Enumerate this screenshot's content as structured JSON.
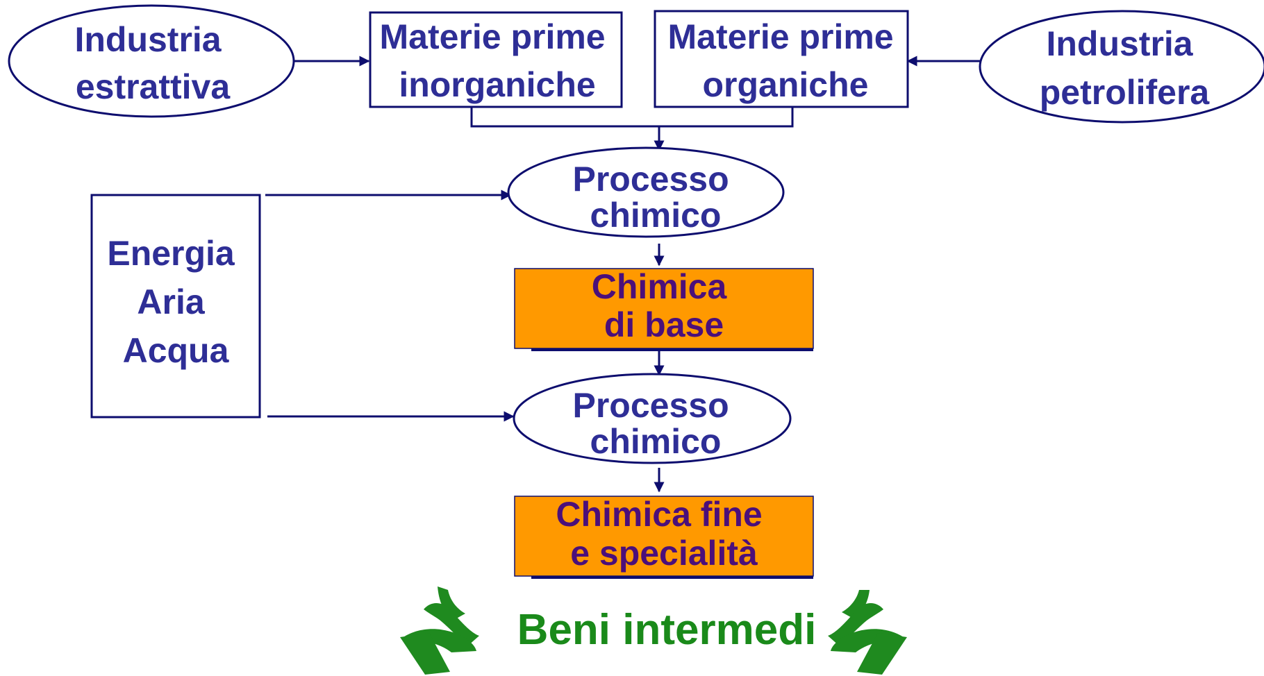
{
  "nodes": {
    "industria_estrattiva": {
      "lines": [
        "Industria",
        "estrattiva"
      ]
    },
    "materie_inorganiche": {
      "lines": [
        "Materie prime",
        "inorganiche"
      ]
    },
    "materie_organiche": {
      "lines": [
        "Materie prime",
        "organiche"
      ]
    },
    "industria_petrolifera": {
      "lines": [
        "Industria",
        "petrolifera"
      ]
    },
    "processo_1": {
      "lines": [
        "Processo",
        "chimico"
      ]
    },
    "energia_aria_acqua": {
      "lines": [
        "Energia",
        "Aria",
        "Acqua"
      ]
    },
    "chimica_base": {
      "lines": [
        "Chimica",
        "di base"
      ]
    },
    "processo_2": {
      "lines": [
        "Processo",
        "chimico"
      ]
    },
    "chimica_fine": {
      "lines": [
        "Chimica fine",
        "e specialità"
      ]
    }
  },
  "output": {
    "label": "Beni intermedi"
  },
  "colors": {
    "text_blue": "#2e2e96",
    "text_purple": "#4b0f7a",
    "line_navy": "#0d0d6e",
    "box_orange": "#ff9900",
    "output_green": "#1a8a1a",
    "arrow_green": "#1f8a1f"
  },
  "icons": {
    "left": "curved-arrow-down-left-icon",
    "right": "curved-arrow-down-right-icon"
  }
}
